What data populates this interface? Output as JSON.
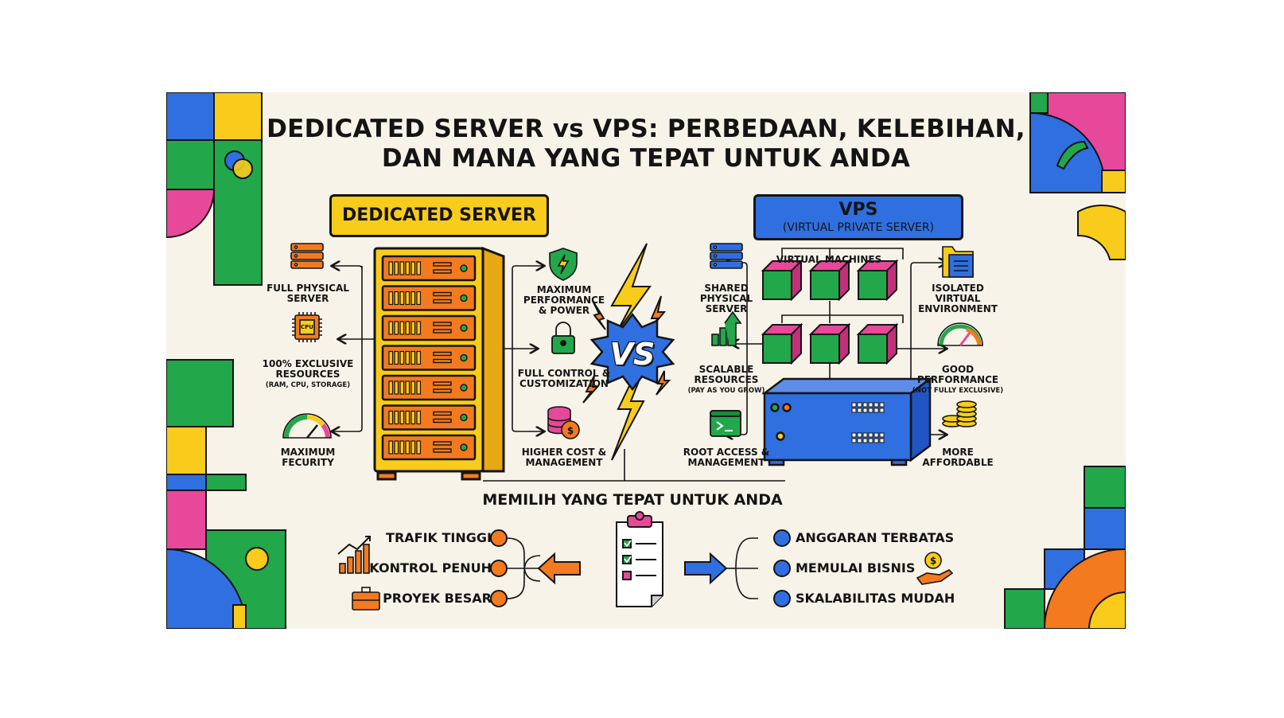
{
  "title": {
    "line1": "DEDICATED SERVER vs VPS: PERBEDAAN, KELEBIHAN,",
    "line2": "DAN MANA YANG TEPAT UNTUK ANDA"
  },
  "colors": {
    "background": "#f8f3e8",
    "yellow": "#f9cc1c",
    "blue": "#2f6fe0",
    "green": "#22a74b",
    "pink": "#e8489a",
    "orange": "#f47a1f"
  },
  "dedicated": {
    "header": "DEDICATED SERVER",
    "features": [
      {
        "icon": "server-stack-icon",
        "label": "FULL PHYSICAL\nSERVER"
      },
      {
        "icon": "cpu-chip-icon",
        "chip_text": "CPU",
        "label": "100% EXCLUSIVE\nRESOURCES",
        "note": "(RAM, CPU, STORAGE)"
      },
      {
        "icon": "gauge-icon",
        "label": "MAXIMUM\nFECURITY"
      },
      {
        "icon": "shield-bolt-icon",
        "label": "MAXIMUM\nPERFORMANCE\n& POWER"
      },
      {
        "icon": "padlock-icon",
        "label": "FULL CONTROL &\nCUSTOMIZATION"
      },
      {
        "icon": "coins-database-icon",
        "label": "HIGHER COST &\nMANAGEMENT"
      }
    ]
  },
  "versus": "VS",
  "vps": {
    "header": "VPS",
    "subheader": "(VIRTUAL PRIVATE SERVER)",
    "vm_label": "VIRTUAL MACHINES",
    "features": [
      {
        "icon": "server-stack-icon",
        "label": "SHARED\nPHYSICAL\nSERVER"
      },
      {
        "icon": "growth-chart-icon",
        "label": "SCALABLE\nRESOURCES",
        "note": "(PAY AS YOU GROW)"
      },
      {
        "icon": "terminal-icon",
        "label": "ROOT ACCESS &\nMANAGEMENT"
      },
      {
        "icon": "folder-icon",
        "label": "ISOLATED\nVIRTUAL\nENVIRONMENT"
      },
      {
        "icon": "speedometer-icon",
        "label": "GOOD\nPERFORMANCE",
        "note": "(NOT FULLY EXCLUSIVE)"
      },
      {
        "icon": "coin-stack-icon",
        "label": "MORE\nAFFORDABLE"
      }
    ]
  },
  "choose": {
    "heading": "MEMILIH YANG TEPAT UNTUK ANDA",
    "dedicated_reasons": [
      "TRAFIK TINGGI",
      "KONTROL PENUH",
      "PROYEK BESAR"
    ],
    "vps_reasons": [
      "ANGGARAN TERBATAS",
      "MEMULAI BISNIS",
      "SKALABILITAS MUDAH"
    ]
  }
}
